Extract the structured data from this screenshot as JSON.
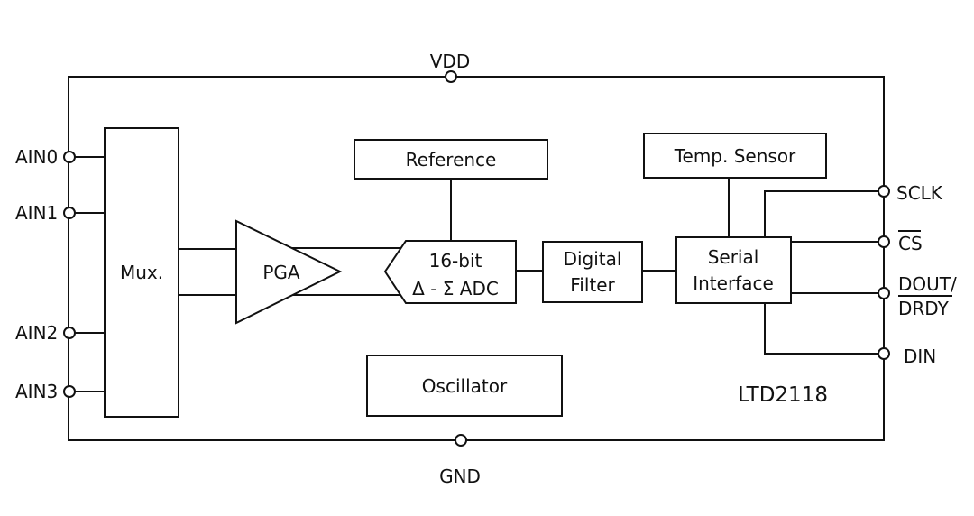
{
  "supply": {
    "vdd": "VDD",
    "gnd": "GND"
  },
  "inputs": [
    "AIN0",
    "AIN1",
    "AIN2",
    "AIN3"
  ],
  "blocks": {
    "mux": "Mux.",
    "pga": "PGA",
    "reference": "Reference",
    "adc_line1": "16-bit",
    "adc_line2": "Δ - Σ ADC",
    "filter_line1": "Digital",
    "filter_line2": "Filter",
    "temp_sensor": "Temp. Sensor",
    "serial_line1": "Serial",
    "serial_line2": "Interface",
    "oscillator": "Oscillator"
  },
  "outputs": {
    "sclk": "SCLK",
    "cs": "CS",
    "dout": "DOUT/",
    "drdy": "DRDY",
    "din": "DIN"
  },
  "part_number": "LTD2118"
}
